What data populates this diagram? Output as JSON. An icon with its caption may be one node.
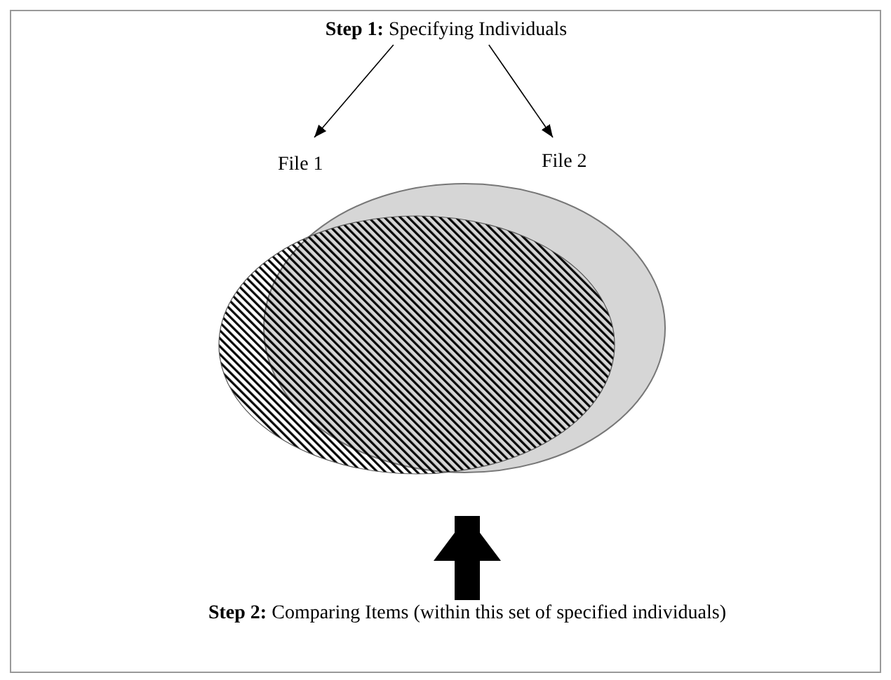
{
  "diagram": {
    "nodes": [
      {
        "text": [
          "**Step 1:** Specifying Individuals"
        ]
      },
      {
        "text": [
          "File 1"
        ]
      },
      {
        "text": [
          "File 2"
        ]
      },
      {
        "text": [
          "**Step 2:** Comparing Items (within this set of specified individuals)"
        ]
      }
    ],
    "edges": [
      {
        "from": 0,
        "to": 1,
        "arrow": "to"
      },
      {
        "from": 0,
        "to": 2,
        "arrow": "to"
      },
      {
        "from": 3,
        "to": 1,
        "arrow": "to",
        "style": "thick"
      }
    ]
  }
}
